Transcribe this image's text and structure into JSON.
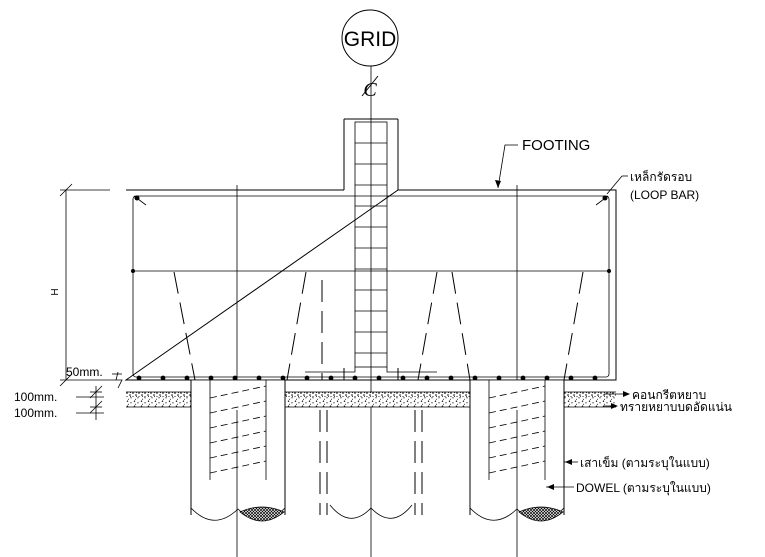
{
  "grid": {
    "label": "GRID",
    "centerline_symbol": "C"
  },
  "labels": {
    "footing": "FOOTING",
    "loop_bar_th": "เหล็กรัดรอบ",
    "loop_bar_en": "(LOOP BAR)",
    "height": "H",
    "lean_concrete": "คอนกรีตหยาบ",
    "compacted_sand": "ทรายหยาบบดอัดแน่น",
    "pile": "เสาเข็ม (ตามระบุในแบบ)",
    "dowel": "DOWEL (ตามระบุในแบบ)"
  },
  "dimensions": {
    "cover": "50mm.",
    "lean_concrete_thk": "100mm.",
    "sand_thk": "100mm."
  },
  "colors": {
    "line": "#000000",
    "background": "#ffffff"
  }
}
